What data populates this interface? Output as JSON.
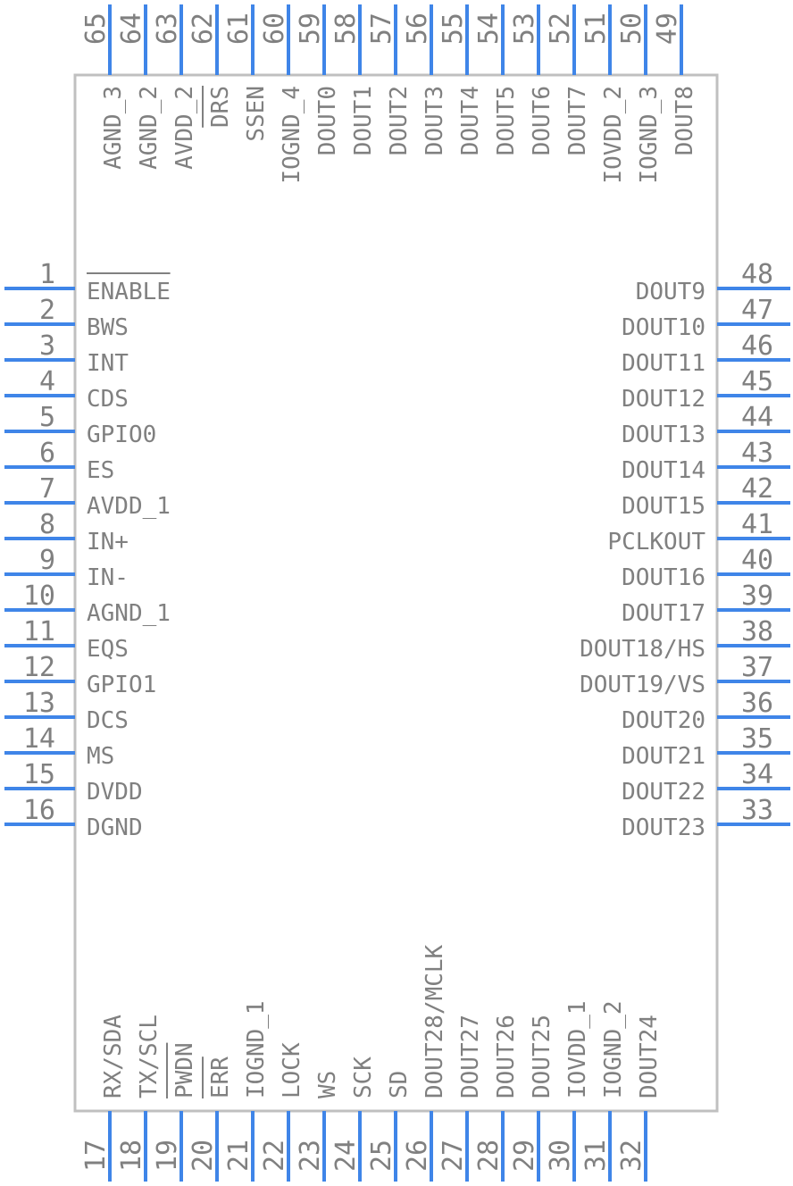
{
  "component": {
    "left_pins": [
      {
        "num": "1",
        "name": "ENABLE",
        "overbar": true
      },
      {
        "num": "2",
        "name": "BWS"
      },
      {
        "num": "3",
        "name": "INT"
      },
      {
        "num": "4",
        "name": "CDS"
      },
      {
        "num": "5",
        "name": "GPIO0"
      },
      {
        "num": "6",
        "name": "ES"
      },
      {
        "num": "7",
        "name": "AVDD_1"
      },
      {
        "num": "8",
        "name": "IN+"
      },
      {
        "num": "9",
        "name": "IN-"
      },
      {
        "num": "10",
        "name": "AGND_1"
      },
      {
        "num": "11",
        "name": "EQS"
      },
      {
        "num": "12",
        "name": "GPIO1"
      },
      {
        "num": "13",
        "name": "DCS"
      },
      {
        "num": "14",
        "name": "MS"
      },
      {
        "num": "15",
        "name": "DVDD"
      },
      {
        "num": "16",
        "name": "DGND"
      }
    ],
    "bottom_pins": [
      {
        "num": "17",
        "name": "RX/SDA"
      },
      {
        "num": "18",
        "name": "TX/SCL"
      },
      {
        "num": "19",
        "name": "PWDN",
        "overbar": true
      },
      {
        "num": "20",
        "name": "ERR",
        "overbar": true
      },
      {
        "num": "21",
        "name": "IOGND_1"
      },
      {
        "num": "22",
        "name": "LOCK"
      },
      {
        "num": "23",
        "name": "WS"
      },
      {
        "num": "24",
        "name": "SCK"
      },
      {
        "num": "25",
        "name": "SD"
      },
      {
        "num": "26",
        "name": "DOUT28/MCLK"
      },
      {
        "num": "27",
        "name": "DOUT27"
      },
      {
        "num": "28",
        "name": "DOUT26"
      },
      {
        "num": "29",
        "name": "DOUT25"
      },
      {
        "num": "30",
        "name": "IOVDD_1"
      },
      {
        "num": "31",
        "name": "IOGND_2"
      },
      {
        "num": "32",
        "name": "DOUT24"
      }
    ],
    "right_pins": [
      {
        "num": "33",
        "name": "DOUT23"
      },
      {
        "num": "34",
        "name": "DOUT22"
      },
      {
        "num": "35",
        "name": "DOUT21"
      },
      {
        "num": "36",
        "name": "DOUT20"
      },
      {
        "num": "37",
        "name": "DOUT19/VS"
      },
      {
        "num": "38",
        "name": "DOUT18/HS"
      },
      {
        "num": "39",
        "name": "DOUT17"
      },
      {
        "num": "40",
        "name": "DOUT16"
      },
      {
        "num": "41",
        "name": "PCLKOUT"
      },
      {
        "num": "42",
        "name": "DOUT15"
      },
      {
        "num": "43",
        "name": "DOUT14"
      },
      {
        "num": "44",
        "name": "DOUT13"
      },
      {
        "num": "45",
        "name": "DOUT12"
      },
      {
        "num": "46",
        "name": "DOUT11"
      },
      {
        "num": "47",
        "name": "DOUT10"
      },
      {
        "num": "48",
        "name": "DOUT9"
      }
    ],
    "top_pins": [
      {
        "num": "49",
        "name": "DOUT8"
      },
      {
        "num": "50",
        "name": "IOGND_3"
      },
      {
        "num": "51",
        "name": "IOVDD_2"
      },
      {
        "num": "52",
        "name": "DOUT7"
      },
      {
        "num": "53",
        "name": "DOUT6"
      },
      {
        "num": "54",
        "name": "DOUT5"
      },
      {
        "num": "55",
        "name": "DOUT4"
      },
      {
        "num": "56",
        "name": "DOUT3"
      },
      {
        "num": "57",
        "name": "DOUT2"
      },
      {
        "num": "58",
        "name": "DOUT1"
      },
      {
        "num": "59",
        "name": "DOUT0"
      },
      {
        "num": "60",
        "name": "IOGND_4"
      },
      {
        "num": "61",
        "name": "SSEN"
      },
      {
        "num": "62",
        "name": "DRS",
        "overbar": true
      },
      {
        "num": "63",
        "name": "AVDD_2"
      },
      {
        "num": "64",
        "name": "AGND_2"
      },
      {
        "num": "65",
        "name": "AGND_3"
      }
    ]
  },
  "colors": {
    "pin": "#3f85e8",
    "body_outline": "#c0c0c0",
    "text": "#808080"
  }
}
